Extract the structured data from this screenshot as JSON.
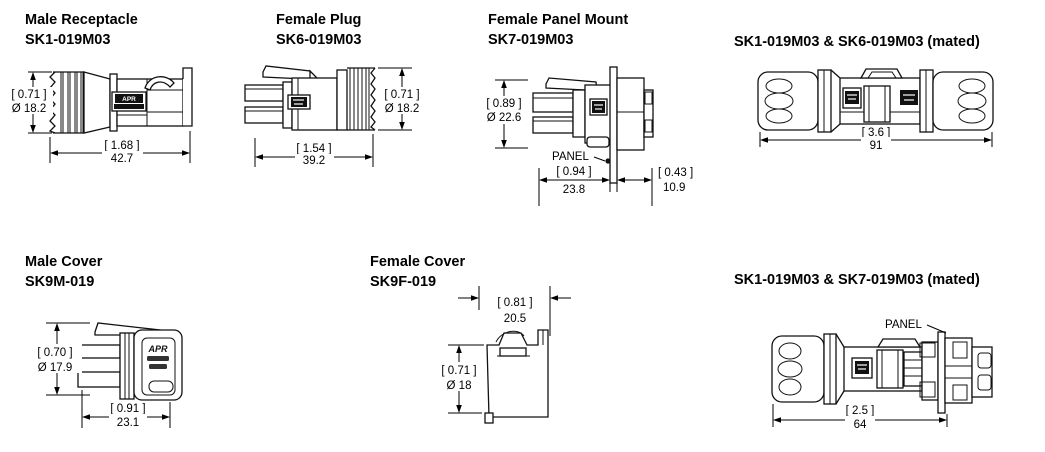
{
  "drawing": {
    "background": "#ffffff",
    "line_color": "#000000",
    "figures": {
      "male_receptacle": {
        "title": "Male Receptacle",
        "part_no": "SK1-019M03",
        "dia_in": "[ 0.71 ]",
        "dia_mm": "Ø 18.2",
        "len_in": "[ 1.68 ]",
        "len_mm": "42.7",
        "body_label": "APR"
      },
      "female_plug": {
        "title": "Female Plug",
        "part_no": "SK6-019M03",
        "dia_in": "[ 0.71 ]",
        "dia_mm": "Ø 18.2",
        "len_in": "[ 1.54 ]",
        "len_mm": "39.2"
      },
      "female_panel_mount": {
        "title": "Female Panel Mount",
        "part_no": "SK7-019M03",
        "dia_in": "[ 0.89 ]",
        "dia_mm": "Ø 22.6",
        "panel_label": "PANEL",
        "front_in": "[ 0.94 ]",
        "front_mm": "23.8",
        "rear_in": "[ 0.43 ]",
        "rear_mm": "10.9"
      },
      "mated_sk1_sk6": {
        "title": "SK1-019M03 & SK6-019M03 (mated)",
        "len_in": "[ 3.6 ]",
        "len_mm": "91"
      },
      "male_cover": {
        "title": "Male Cover",
        "part_no": "SK9M-019",
        "dia_in": "[ 0.70 ]",
        "dia_mm": "Ø 17.9",
        "len_in": "[ 0.91 ]",
        "len_mm": "23.1",
        "body_label": "APR"
      },
      "female_cover": {
        "title": "Female Cover",
        "part_no": "SK9F-019",
        "width_in": "[ 0.81 ]",
        "width_mm": "20.5",
        "dia_in": "[ 0.71 ]",
        "dia_mm": "Ø 18"
      },
      "mated_sk1_sk7": {
        "title": "SK1-019M03 & SK7-019M03 (mated)",
        "panel_label": "PANEL",
        "len_in": "[ 2.5 ]",
        "len_mm": "64"
      }
    }
  }
}
